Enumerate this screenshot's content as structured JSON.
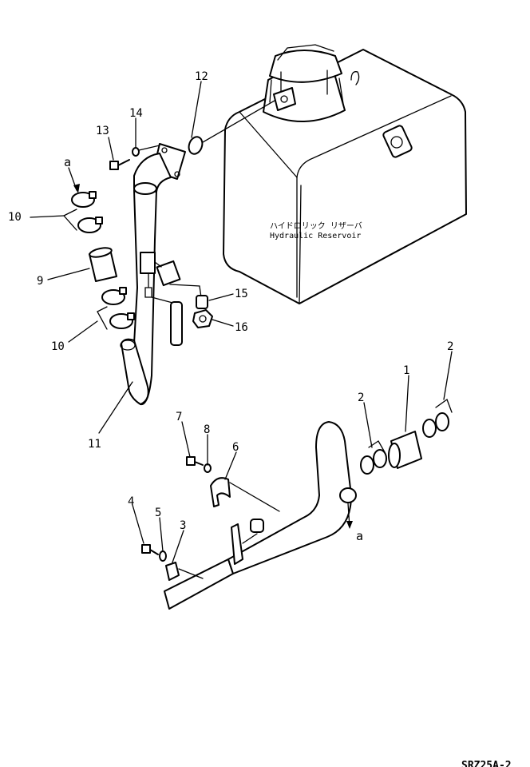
{
  "reservoir": {
    "label_jp": "ハイドロリック リザーバ",
    "label_en": "Hydraulic Reservoir"
  },
  "callouts": {
    "c1": "1",
    "c2a": "2",
    "c2b": "2",
    "c3": "3",
    "c4": "4",
    "c5": "5",
    "c6": "6",
    "c7": "7",
    "c8": "8",
    "c9": "9",
    "c10a": "10",
    "c10b": "10",
    "c11": "11",
    "c12": "12",
    "c13": "13",
    "c14": "14",
    "c15": "15",
    "c16": "16"
  },
  "refs": {
    "a_top": "a",
    "a_bottom": "a"
  },
  "figure_code": "SRZ25A-2"
}
